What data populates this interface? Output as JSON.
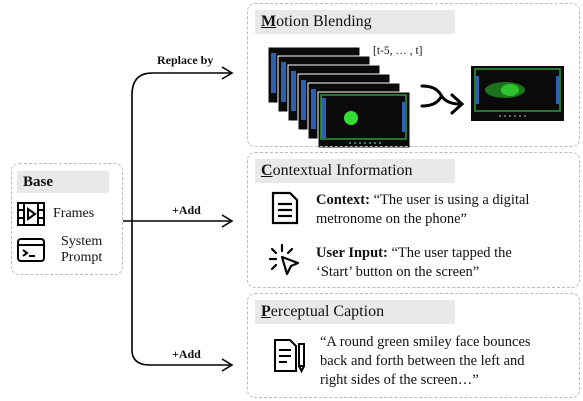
{
  "base": {
    "title": "Base",
    "frames_label": "Frames",
    "system_prompt_label_line1": "System",
    "system_prompt_label_line2": "Prompt",
    "frames_icon": "film-frames-icon",
    "prompt_icon": "terminal-window-icon"
  },
  "edges": {
    "replace_label": "Replace by",
    "add_label_1": "+Add",
    "add_label_2": "+Add"
  },
  "motion_blending": {
    "title_first": "M",
    "title_rest": "otion Blending",
    "frame_range_label": "[t-5, … ,  t]",
    "frame_count": 6,
    "merge_icon": "merge-arrows-icon"
  },
  "contextual_information": {
    "title_first": "C",
    "title_rest": "ontextual Information",
    "context_key": "Context:",
    "context_line1": "“The user is using a digital",
    "context_line2": "metronome on the phone”",
    "user_input_key": "User Input:",
    "user_input_line1": "“The user tapped the",
    "user_input_line2": "‘Start’ button on the screen”",
    "context_icon": "document-icon",
    "user_input_icon": "click-pointer-icon"
  },
  "perceptual_caption": {
    "title_first": "P",
    "title_rest": "erceptual Caption",
    "caption_line1": "“A round green smiley face bounces",
    "caption_line2": "back and forth between the left and",
    "caption_line3": "right sides of the screen…”",
    "caption_icon": "document-pen-icon"
  },
  "colors": {
    "title_bg": "#e9e9e9",
    "dashed_border": "#bbbbbb",
    "frame_blue": "#2f5fb0",
    "frame_green": "#2e9a3e",
    "ball_green": "#33dd33"
  }
}
